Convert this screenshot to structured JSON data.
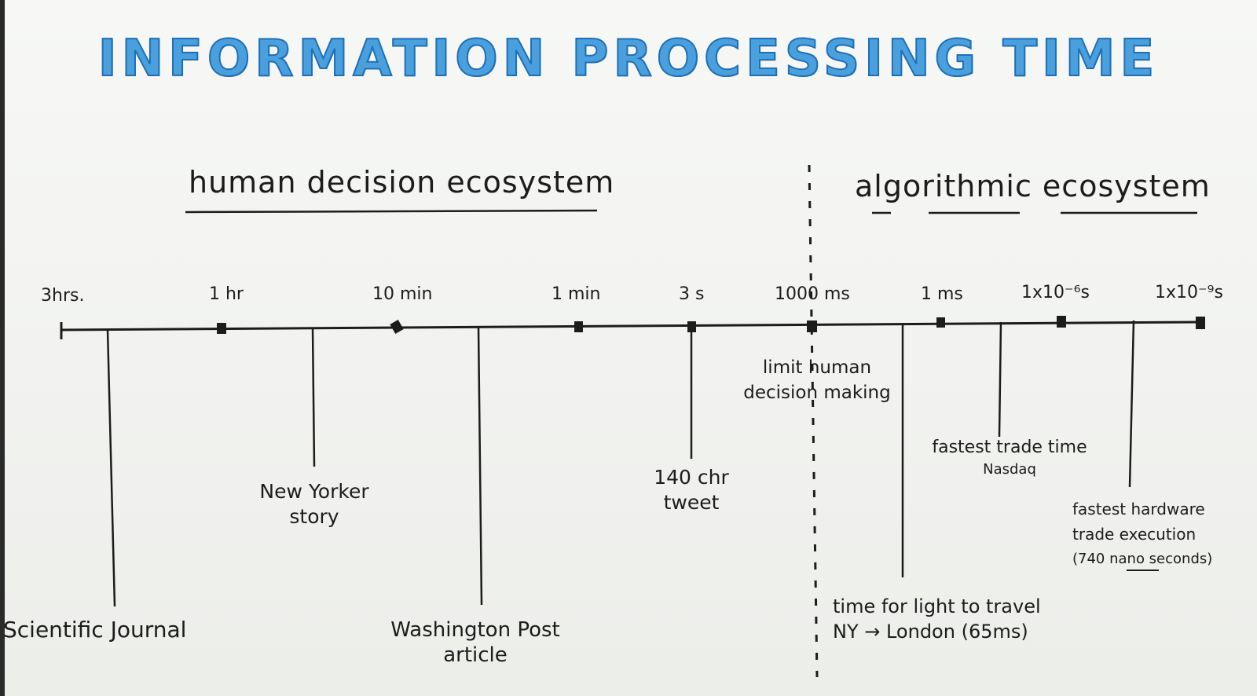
{
  "title": "INFORMATION PROCESSING TIME",
  "sections": {
    "human": "human decision ecosystem",
    "algorithmic": "algorithmic ecosystem"
  },
  "ticks": [
    "3hrs.",
    "1 hr",
    "10 min",
    "1 min",
    "3 s",
    "1000 ms",
    "1 ms",
    "1x10⁻⁶s",
    "1x10⁻⁹s"
  ],
  "events": {
    "scientific_journal": "Scientific Journal",
    "new_yorker_line1": "New Yorker",
    "new_yorker_line2": "story",
    "washington_post_line1": "Washington Post",
    "washington_post_line2": "article",
    "tweet_line1": "140 chr",
    "tweet_line2": "tweet",
    "limit_line1": "limit human",
    "limit_line2": "decision making",
    "light_line1": "time for light to travel",
    "light_line2": "NY → London (65ms)",
    "nasdaq_line1": "fastest trade time",
    "nasdaq_line2": "Nasdaq",
    "hardware_line1": "fastest hardware",
    "hardware_line2": "trade execution",
    "hardware_line3": "(740 nano seconds)"
  }
}
